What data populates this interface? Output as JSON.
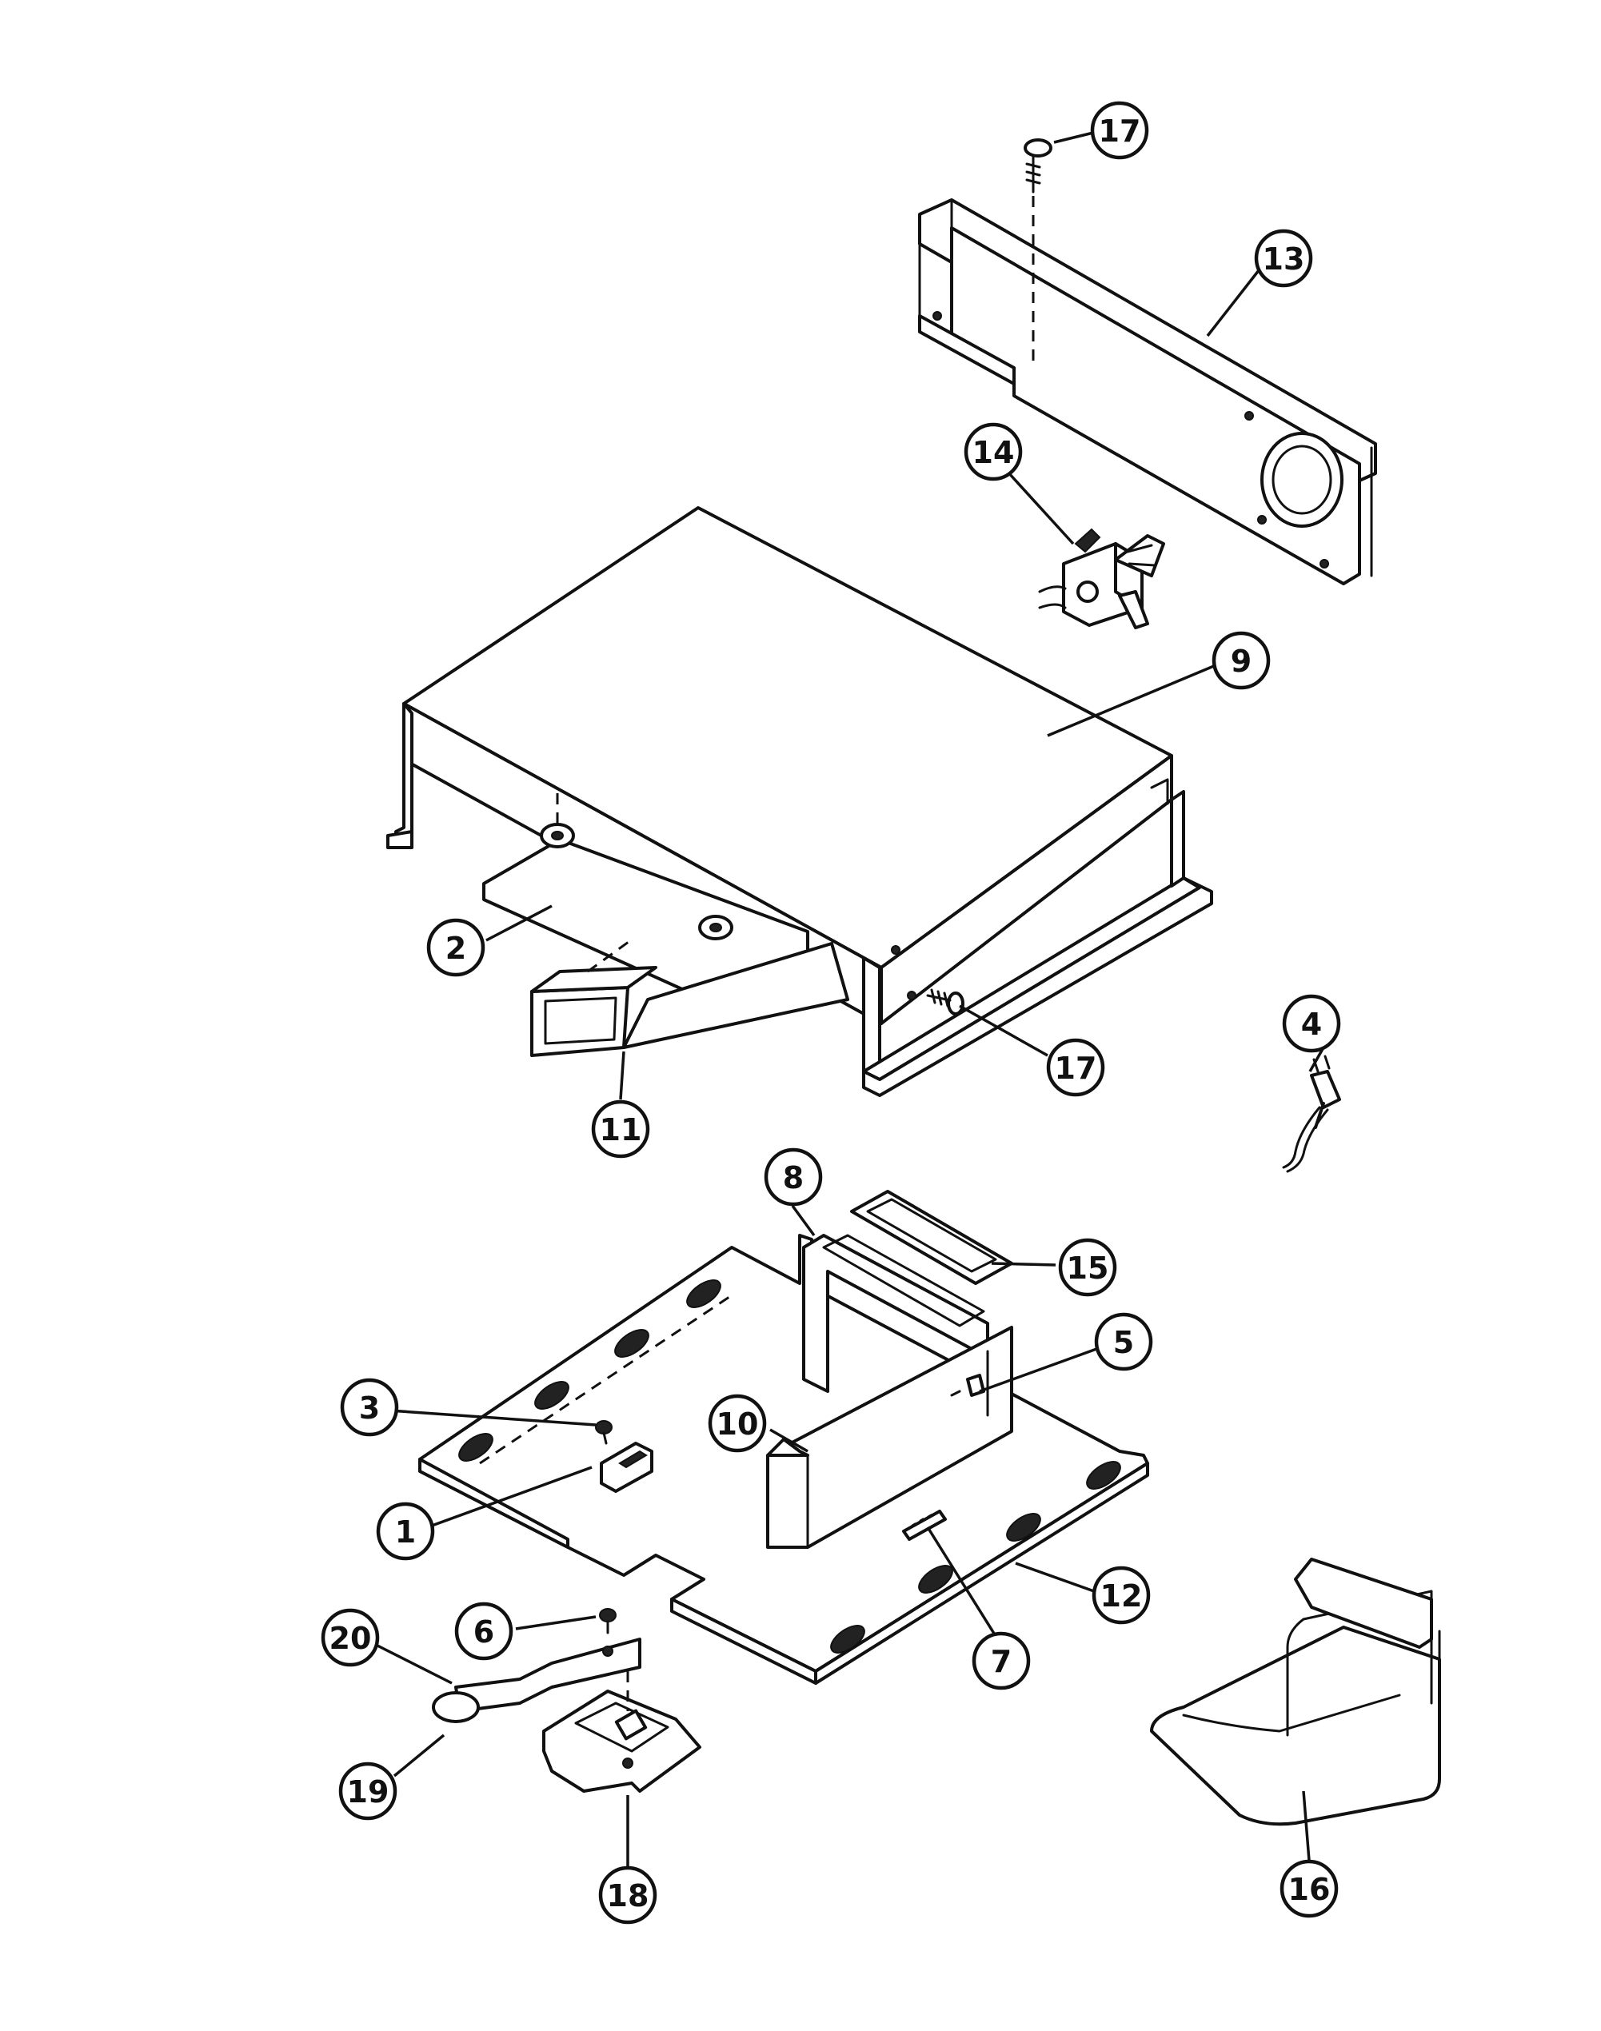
{
  "colors": {
    "ink": "#111111",
    "paper": "#ffffff"
  },
  "callouts": [
    {
      "id": "c1",
      "label": "1"
    },
    {
      "id": "c2",
      "label": "2"
    },
    {
      "id": "c3",
      "label": "3"
    },
    {
      "id": "c4",
      "label": "4"
    },
    {
      "id": "c5",
      "label": "5"
    },
    {
      "id": "c6",
      "label": "6"
    },
    {
      "id": "c7",
      "label": "7"
    },
    {
      "id": "c8",
      "label": "8"
    },
    {
      "id": "c9",
      "label": "9"
    },
    {
      "id": "c10",
      "label": "10"
    },
    {
      "id": "c11",
      "label": "11"
    },
    {
      "id": "c12",
      "label": "12"
    },
    {
      "id": "c13",
      "label": "13"
    },
    {
      "id": "c14",
      "label": "14"
    },
    {
      "id": "c15",
      "label": "15"
    },
    {
      "id": "c16",
      "label": "16"
    },
    {
      "id": "c17a",
      "label": "17"
    },
    {
      "id": "c17b",
      "label": "17"
    },
    {
      "id": "c18",
      "label": "18"
    },
    {
      "id": "c19",
      "label": "19"
    },
    {
      "id": "c20",
      "label": "20"
    }
  ]
}
